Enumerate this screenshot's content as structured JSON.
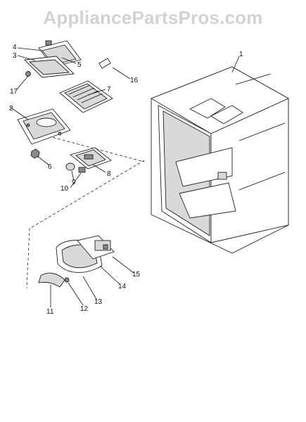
{
  "watermark": "AppliancePartsPros.com",
  "callouts": {
    "c1": "1",
    "c2": "2",
    "c3": "3",
    "c4": "4",
    "c5": "5",
    "c6": "6",
    "c7": "7",
    "c8": "8",
    "c9": "9",
    "c10": "10",
    "c11": "11",
    "c12": "12",
    "c13": "13",
    "c14": "14",
    "c15": "15",
    "c16": "16",
    "c17": "17"
  }
}
